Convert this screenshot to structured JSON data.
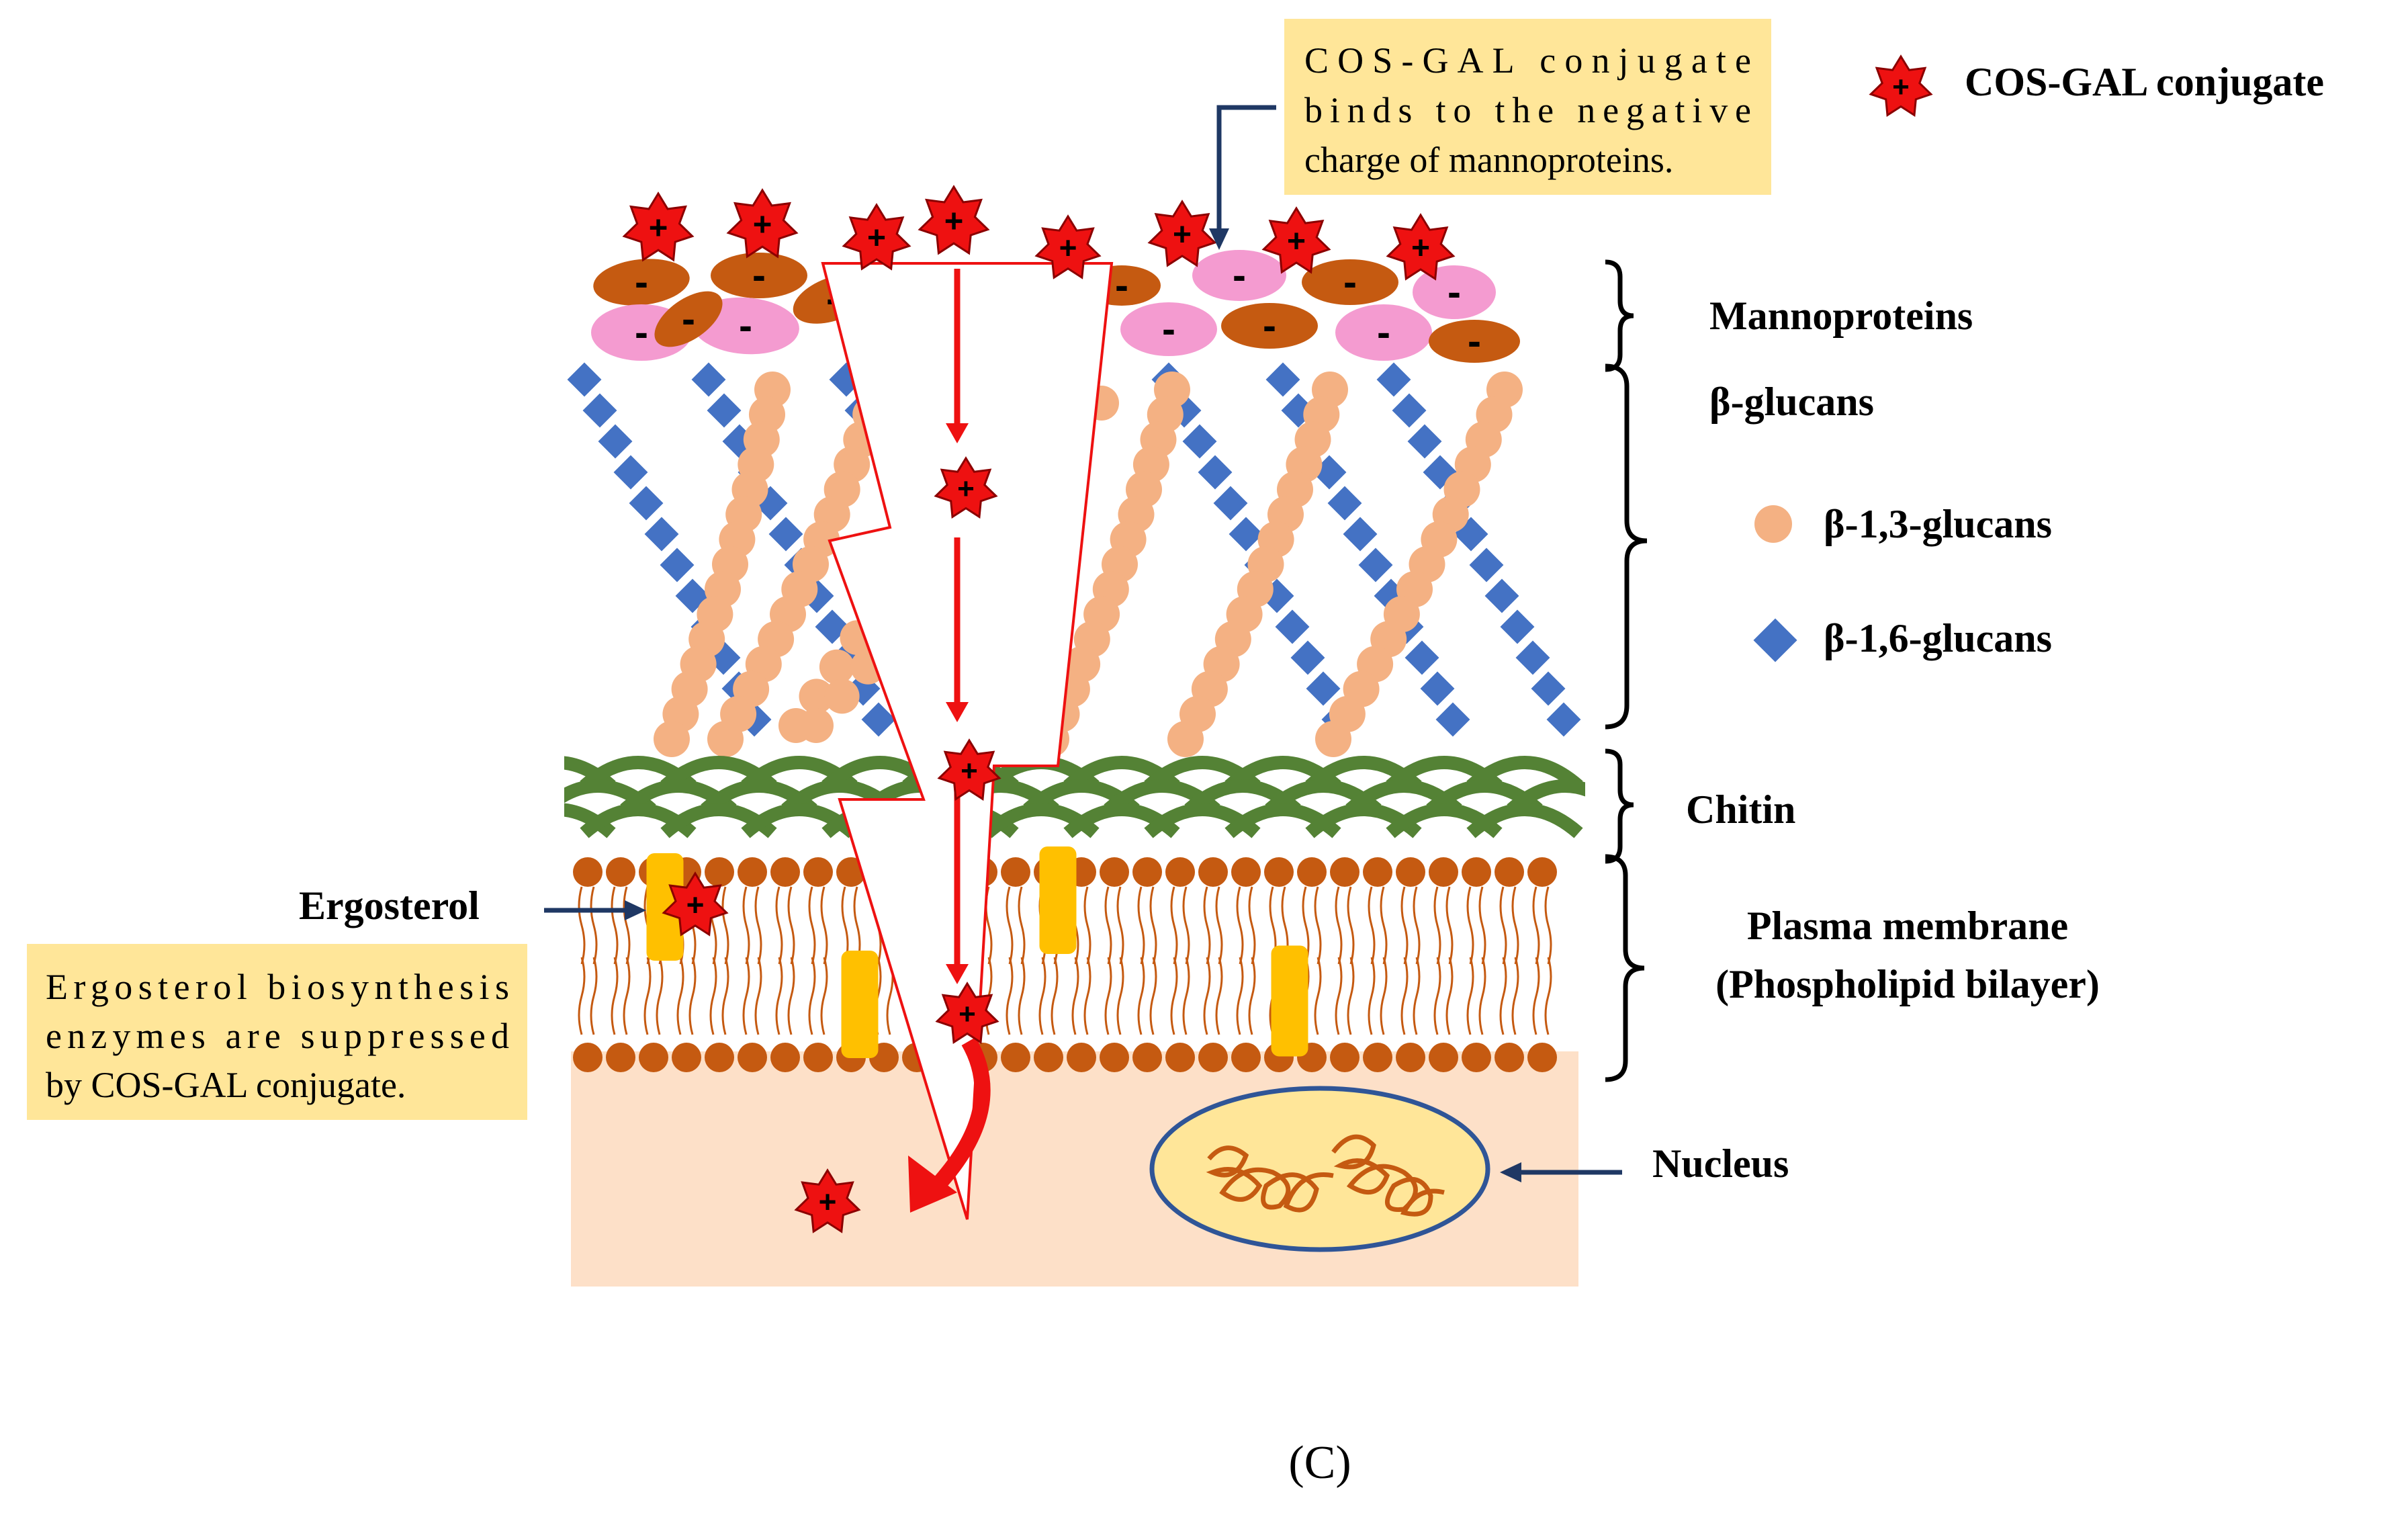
{
  "labels": {
    "legend_conjugate": "COS-GAL conjugate",
    "mannoproteins": "Mannoproteins",
    "beta_glucans": "β-glucans",
    "beta_13": "β-1,3-glucans",
    "beta_16": "β-1,6-glucans",
    "chitin": "Chitin",
    "plasma_membrane": "Plasma membrane",
    "phospholipid_bilayer": "(Phospholipid bilayer)",
    "ergosterol": "Ergosterol",
    "nucleus": "Nucleus",
    "panel": "(C)"
  },
  "notes": {
    "binding": [
      "COS-GAL conjugate",
      "binds to the negative",
      "charge of mannoproteins."
    ],
    "ergosterol": [
      "Ergosterol biosynthesis",
      "enzymes are suppressed",
      "by COS-GAL conjugate."
    ]
  },
  "symbols": {
    "positive": "+",
    "negative": "-"
  },
  "colors": {
    "conjugate_red": "#ee1111",
    "mannoprotein_brown": "#c55a11",
    "mannoprotein_pink": "#f49bd0",
    "glucan_13": "#f4b183",
    "glucan_16": "#4472c4",
    "chitin_green": "#548235",
    "cytoplasm": "#fde0c8",
    "ergosterol_yellow": "#ffc000",
    "note_box": "#ffe699",
    "arrow_navy": "#1f3864",
    "nucleus_fill": "#ffe699",
    "dna": "#c55a11"
  }
}
